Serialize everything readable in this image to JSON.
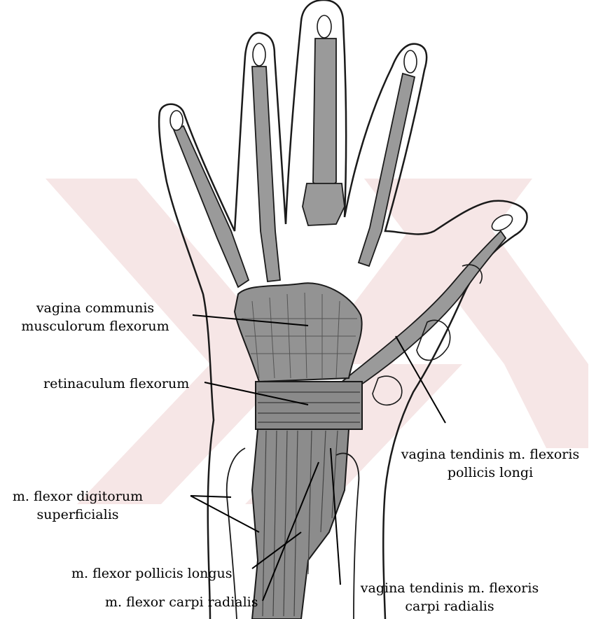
{
  "labels": {
    "vagina_communis": [
      "vagina communis",
      "musculorum flexorum"
    ],
    "retinaculum": "retinaculum flexorum",
    "flexor_digitorum": [
      "m. flexor digitorum",
      "superficialis"
    ],
    "flexor_pollicis_longus": "m. flexor pollicis longus",
    "flexor_carpi_radialis": "m. flexor carpi radialis",
    "vagina_tendinis_pollicis": [
      "vagina tendinis m. flexoris",
      "pollicis longi"
    ],
    "vagina_tendinis_carpi": [
      "vagina tendinis m. flexoris",
      "carpi radialis"
    ]
  },
  "colors": {
    "watermark": "#f6e6e6",
    "outline": "#1a1a1a",
    "sheath": "#8c8c8c",
    "sheath_dark": "#6e6e6e",
    "retinaculum": "#8a8a8a"
  }
}
